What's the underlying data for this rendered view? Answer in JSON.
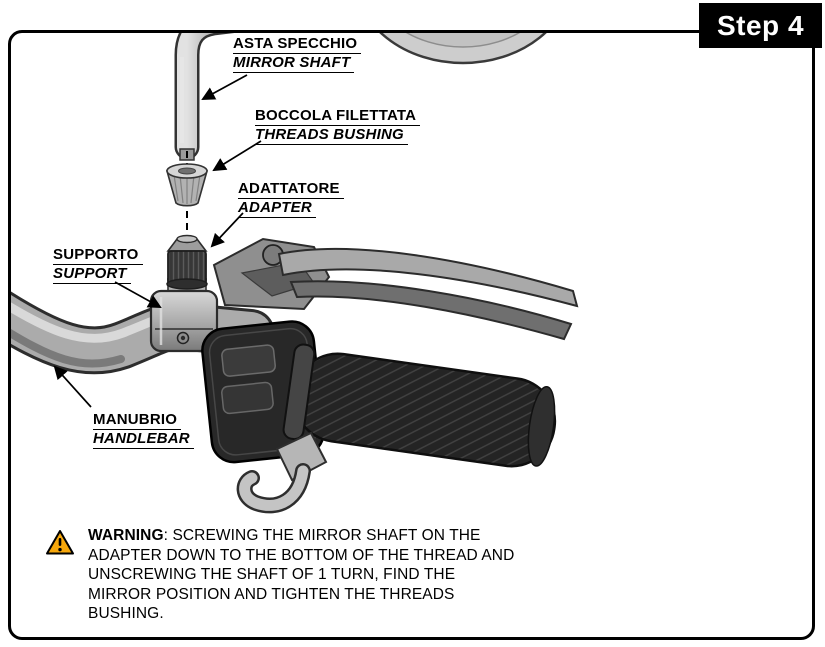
{
  "page": {
    "step_badge": "Step 4"
  },
  "labels": {
    "mirror_shaft": {
      "it": "ASTA SPECCHIO",
      "en": "MIRROR SHAFT"
    },
    "threads_bushing": {
      "it": "BOCCOLA FILETTATA",
      "en": "THREADS BUSHING"
    },
    "adapter": {
      "it": "ADATTATORE",
      "en": "ADAPTER"
    },
    "support": {
      "it": "SUPPORTO",
      "en": "SUPPORT"
    },
    "handlebar": {
      "it": "MANUBRIO",
      "en": "HANDLEBAR"
    }
  },
  "warning": {
    "title": "WARNING",
    "line1_rest": ": SCREWING THE MIRROR SHAFT ON THE",
    "lines": [
      "ADAPTER DOWN TO THE BOTTOM OF THE THREAD AND",
      "UNSCREWING THE SHAFT OF 1 TURN, FIND THE",
      "MIRROR POSITION AND TIGHTEN THE THREADS",
      "BUSHING."
    ]
  },
  "icons": {
    "warning_icon": "yellow warning triangle with black exclamation mark"
  },
  "colors": {
    "frame_border": "#000000",
    "badge_background": "#000000",
    "badge_text": "#ffffff",
    "warning_triangle_fill": "#f6a70b",
    "text": "#000000"
  }
}
